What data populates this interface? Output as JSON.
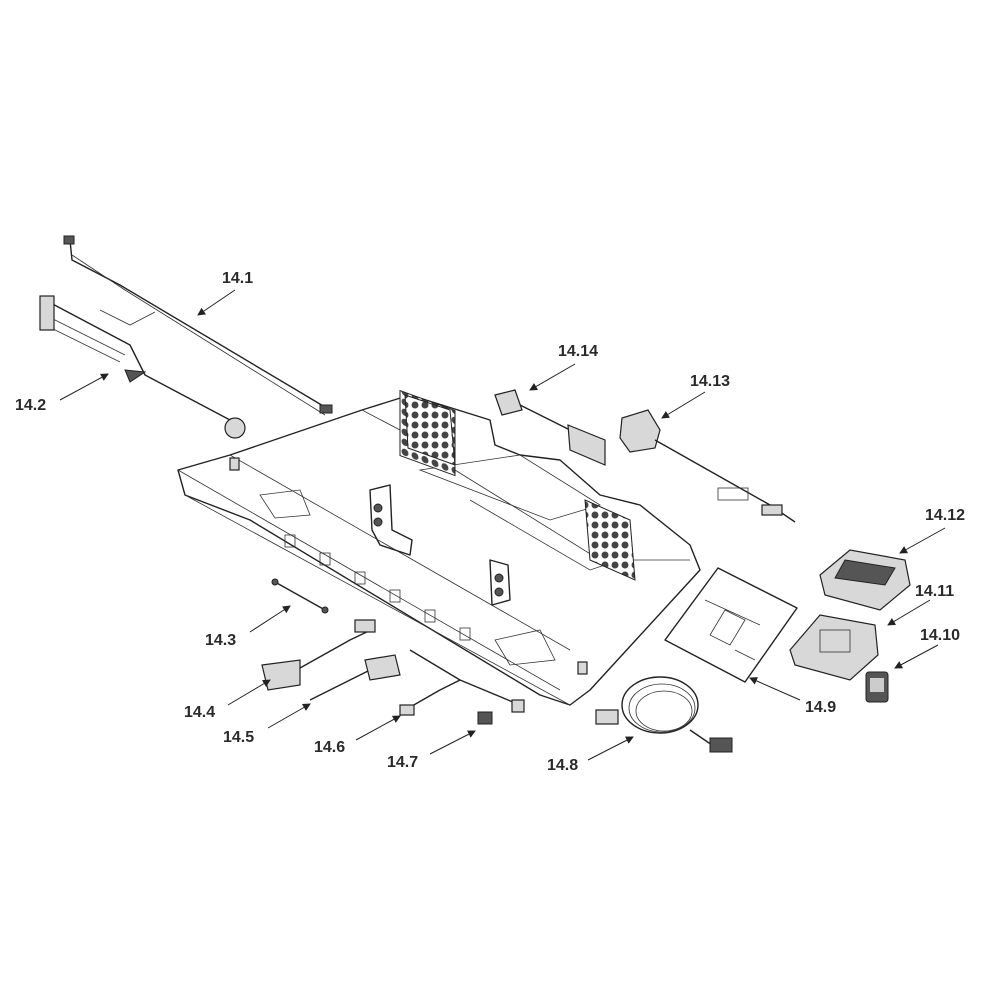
{
  "diagram": {
    "type": "exploded-parts-view",
    "colors": {
      "line": "#222222",
      "label": "#2a2a2a",
      "background": "#ffffff"
    },
    "callouts": [
      {
        "id": "14.1",
        "label": "14.1"
      },
      {
        "id": "14.2",
        "label": "14.2"
      },
      {
        "id": "14.3",
        "label": "14.3"
      },
      {
        "id": "14.4",
        "label": "14.4"
      },
      {
        "id": "14.5",
        "label": "14.5"
      },
      {
        "id": "14.6",
        "label": "14.6"
      },
      {
        "id": "14.7",
        "label": "14.7"
      },
      {
        "id": "14.8",
        "label": "14.8"
      },
      {
        "id": "14.9",
        "label": "14.9"
      },
      {
        "id": "14.10",
        "label": "14.10"
      },
      {
        "id": "14.11",
        "label": "14.11"
      },
      {
        "id": "14.12",
        "label": "14.12"
      },
      {
        "id": "14.13",
        "label": "14.13"
      },
      {
        "id": "14.14",
        "label": "14.14"
      }
    ]
  }
}
